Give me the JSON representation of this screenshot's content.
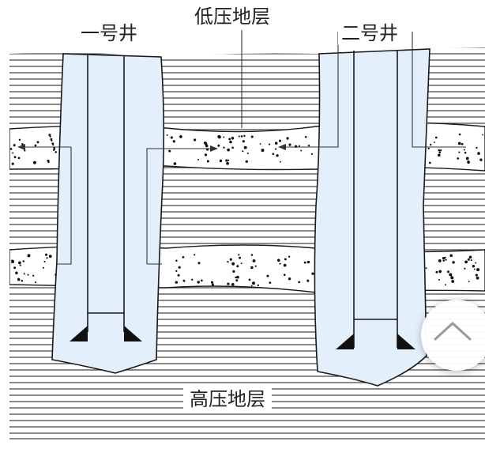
{
  "labels": {
    "well_one": "一号井",
    "low_pressure_layer": "低压地层",
    "well_two": "二号井",
    "high_pressure_layer": "高压地层"
  },
  "colors": {
    "well_fill": "#e3f0fb",
    "stroke": "#1a1a1a",
    "hatch": "#4a4a4a",
    "sand": "#ffffff",
    "dots": "#111111"
  },
  "icons": {
    "scroll_button": "chevron-up-icon"
  }
}
